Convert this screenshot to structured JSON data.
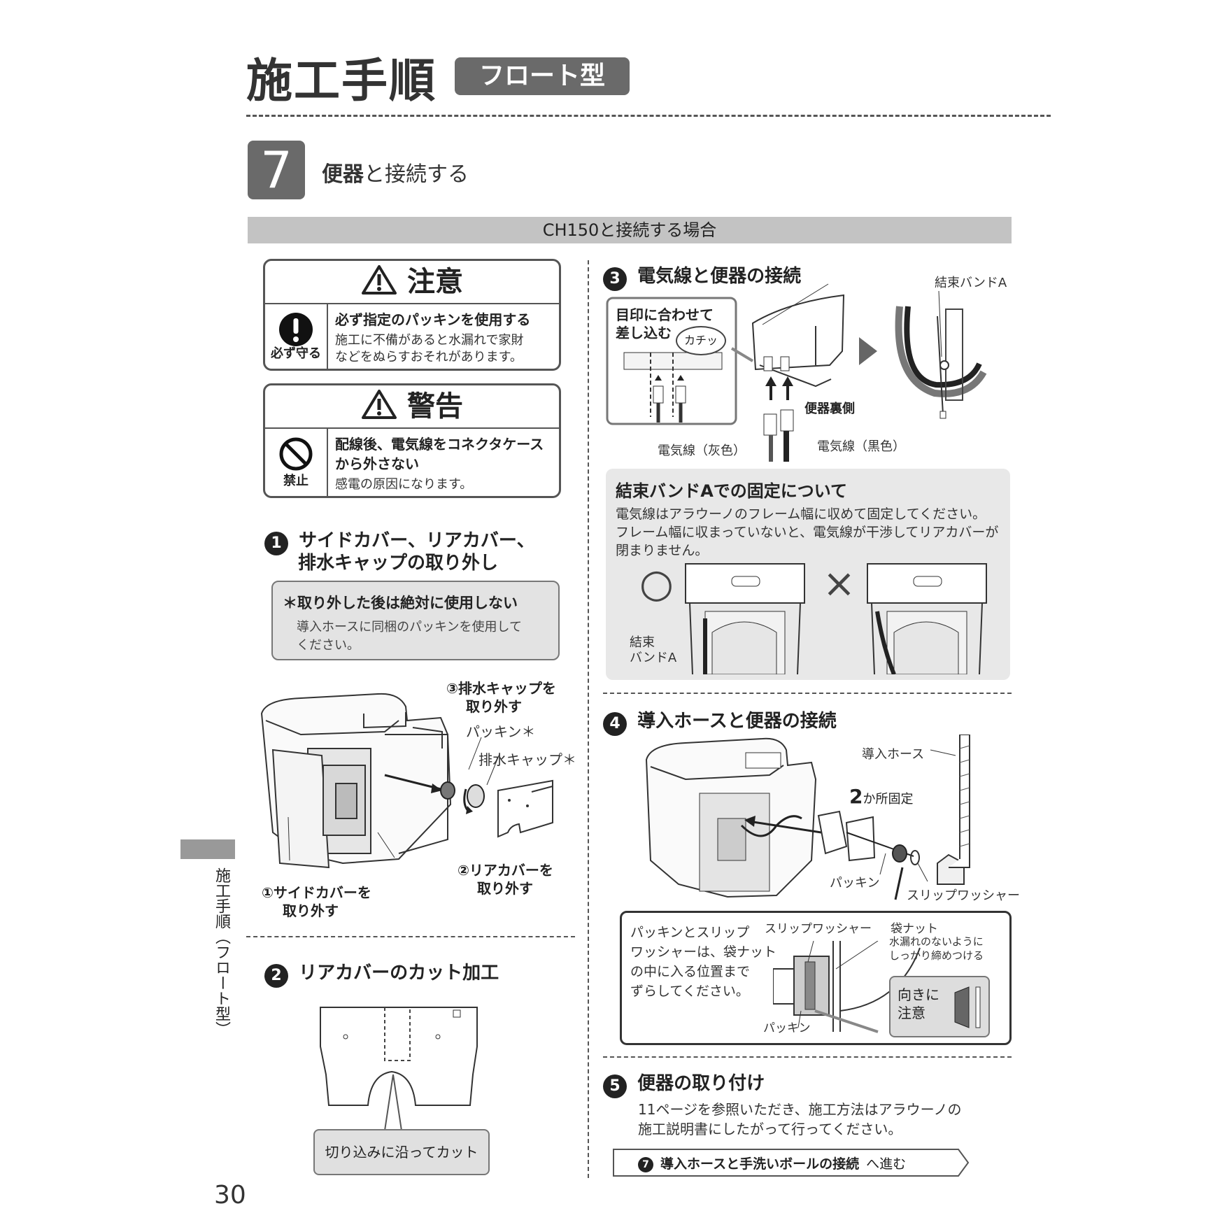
{
  "header": {
    "title": "施工手順",
    "badge": "フロート型"
  },
  "step": {
    "number": "7",
    "title_bold": "便器",
    "title_rest": "と接続する"
  },
  "section_bar": "CH150と接続する場合",
  "caution": {
    "heading": "注意",
    "icon_label": "必ず守る",
    "bold": "必ず指定のパッキンを使用する",
    "text1": "施工に不備があると水漏れで家財",
    "text2": "などをぬらすおそれがあります。"
  },
  "warning": {
    "heading": "警告",
    "icon_label": "禁止",
    "bold1": "配線後、電気線をコネクタケース",
    "bold2": "から外さない",
    "text": "感電の原因になります。"
  },
  "step1": {
    "num": "1",
    "title1": "サイドカバー、リアカバー、",
    "title2": "排水キャップの取り外し",
    "note_bold": "＊取り外した後は絶対に使用しない",
    "note1": "導入ホースに同梱のパッキンを使用して",
    "note2": "ください。",
    "c3a": "③排水キャップを",
    "c3b": "取り外す",
    "packing": "パッキン＊",
    "drain_cap": "排水キャップ＊",
    "c2a": "②リアカバーを",
    "c2b": "取り外す",
    "c1a": "①サイドカバーを",
    "c1b": "取り外す"
  },
  "step2": {
    "num": "2",
    "title": "リアカバーのカット加工",
    "cut_label": "切り込みに沿ってカット"
  },
  "step3": {
    "num": "3",
    "title": "電気線と便器の接続",
    "inset1": "目印に合わせて",
    "inset2": "差し込む",
    "click": "カチッ",
    "band_a": "結束バンドA",
    "toilet_back": "便器裏側",
    "wire_gray": "電気線（灰色）",
    "wire_black": "電気線（黒色）"
  },
  "band_info": {
    "title": "結束バンドAでの固定について",
    "line1": "電気線はアラウーノのフレーム幅に収めて固定してください。",
    "line2": "フレーム幅に収まっていないと、電気線が干渉してリアカバーが",
    "line3": "閉まりません。",
    "ok": "○",
    "ng": "×",
    "label1": "結束",
    "label2": "バンドA"
  },
  "step4": {
    "num": "4",
    "title": "導入ホースと便器の接続",
    "hose": "導入ホース",
    "fix_num": "2",
    "fix_rest": "か所固定",
    "packing": "パッキン",
    "slip_washer": "スリップワッシャー",
    "box_text1": "パッキンとスリップ",
    "box_text2": "ワッシャーは、袋ナット",
    "box_text3": "の中に入る位置まで",
    "box_text4": "ずらしてください。",
    "box_slip": "スリップワッシャー",
    "box_nut": "袋ナット",
    "box_nut_note1": "水漏れのないように",
    "box_nut_note2": "しっかり締めつける",
    "box_packing": "パッキン",
    "direction1": "向きに",
    "direction2": "注意"
  },
  "step5": {
    "num": "5",
    "title": "便器の取り付け",
    "text1": "11ページを参照いただき、施工方法はアラウーノの",
    "text2": "施工説明書にしたがって行ってください。"
  },
  "nav": {
    "num": "7",
    "bold": "導入ホースと手洗いボールの接続",
    "rest": "へ進む"
  },
  "side_label": "施工手順（フロート型）",
  "page_number": "30"
}
